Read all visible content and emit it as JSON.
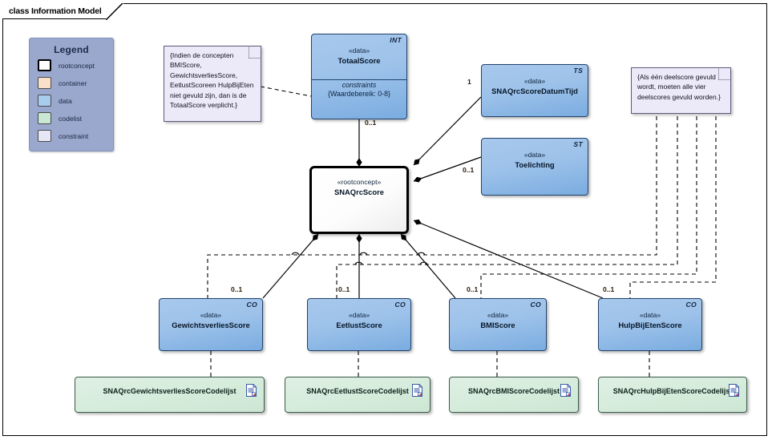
{
  "frame": {
    "title": "class Information Model"
  },
  "legend": {
    "title": "Legend",
    "items": [
      {
        "label": "rootconcept",
        "color": "#ffffff"
      },
      {
        "label": "container",
        "color": "#fae0cb"
      },
      {
        "label": "data",
        "color": "#a8ccee"
      },
      {
        "label": "codelist",
        "color": "#c9e7d3"
      },
      {
        "label": "constraint",
        "color": "#e7e6f7"
      }
    ]
  },
  "notes": [
    {
      "id": "note-totaalscore",
      "text": "{Indien de concepten BMIScore, GewichtsverliesScore, EetlustScoreen HulpBijEten niet gevuld zijn, dan is de TotaalScore verplicht.}"
    },
    {
      "id": "note-deelscores",
      "text": "{Als één deelscore gevuld wordt, moeten alle vier deelscores gevuld worden.}"
    }
  ],
  "classes": {
    "totaalscore": {
      "corner": "INT",
      "stereotype": "«data»",
      "name": "TotaalScore",
      "section_title": "constraints",
      "section_body": "{Waardebereik: 0-8}"
    },
    "scoredatumtijd": {
      "corner": "TS",
      "stereotype": "«data»",
      "name": "SNAQrcScoreDatumTijd"
    },
    "toelichting": {
      "corner": "ST",
      "stereotype": "«data»",
      "name": "Toelichting"
    },
    "rootconcept": {
      "stereotype": "«rootconcept»",
      "name": "SNAQrcScore"
    },
    "gewichtsverlies": {
      "corner": "CO",
      "stereotype": "«data»",
      "name": "GewichtsverliesScore"
    },
    "eetlust": {
      "corner": "CO",
      "stereotype": "«data»",
      "name": "EetlustScore"
    },
    "bmi": {
      "corner": "CO",
      "stereotype": "«data»",
      "name": "BMIScore"
    },
    "hulpbijeten": {
      "corner": "CO",
      "stereotype": "«data»",
      "name": "HulpBijEtenScore"
    }
  },
  "codelists": [
    {
      "name": "SNAQrcGewichtsverliesScoreCodelijst"
    },
    {
      "name": "SNAQrcEetlustScoreCodelijst"
    },
    {
      "name": "SNAQrcBMIScoreCodelijst"
    },
    {
      "name": "SNAQrcHulpBijEtenScoreCodelijst"
    }
  ],
  "multiplicities": [
    {
      "id": "mult-totaalscore",
      "text": "0..1"
    },
    {
      "id": "mult-datumtijd",
      "text": "1"
    },
    {
      "id": "mult-toelichting",
      "text": "0..1"
    },
    {
      "id": "mult-gewichtsverlies",
      "text": "0..1"
    },
    {
      "id": "mult-eetlust",
      "text": "0..1"
    },
    {
      "id": "mult-bmi",
      "text": "0..1"
    },
    {
      "id": "mult-hulpbijeten",
      "text": "0..1"
    }
  ]
}
